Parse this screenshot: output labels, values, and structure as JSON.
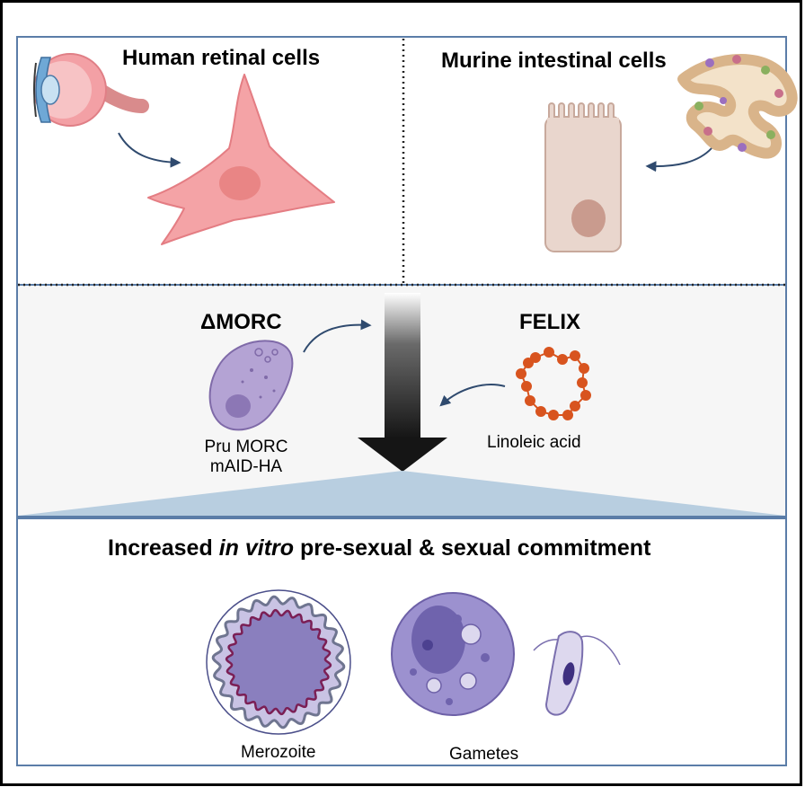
{
  "panels": {
    "top_left": {
      "title": "Human retinal cells"
    },
    "top_right": {
      "title": "Murine intestinal cells"
    },
    "middle": {
      "left_title": "ΔMORC",
      "left_caption_line1": "Pru MORC",
      "left_caption_line2": "mAID-HA",
      "right_title": "FELIX",
      "right_caption": "Linoleic acid"
    },
    "bottom": {
      "title_pre": "Increased ",
      "title_italic": "in vitro",
      "title_post": " pre-sexual & sexual commitment",
      "label_left": "Merozoite",
      "label_right": "Gametes"
    }
  },
  "colors": {
    "panel_border": "#5b7da8",
    "retinal_cell": "#f4a3a6",
    "retinal_nucleus": "#e98585",
    "intestinal_cell": "#e9d6cd",
    "intestinal_nucleus": "#c99b8e",
    "parasite": "#b4a3d4",
    "lipid": "#d8541f",
    "arrow": "#2f4a6e",
    "wedge": "#b8cee0",
    "merozoite_fill": "#8a7fbe",
    "gamete_fill": "#9c91cf"
  },
  "icons": [
    "eye-icon",
    "retinal-cell-icon",
    "intestinal-cell-icon",
    "intestine-icon",
    "parasite-icon",
    "linoleic-acid-icon",
    "merozoite-icon",
    "macrogamete-icon",
    "microgamete-icon"
  ]
}
